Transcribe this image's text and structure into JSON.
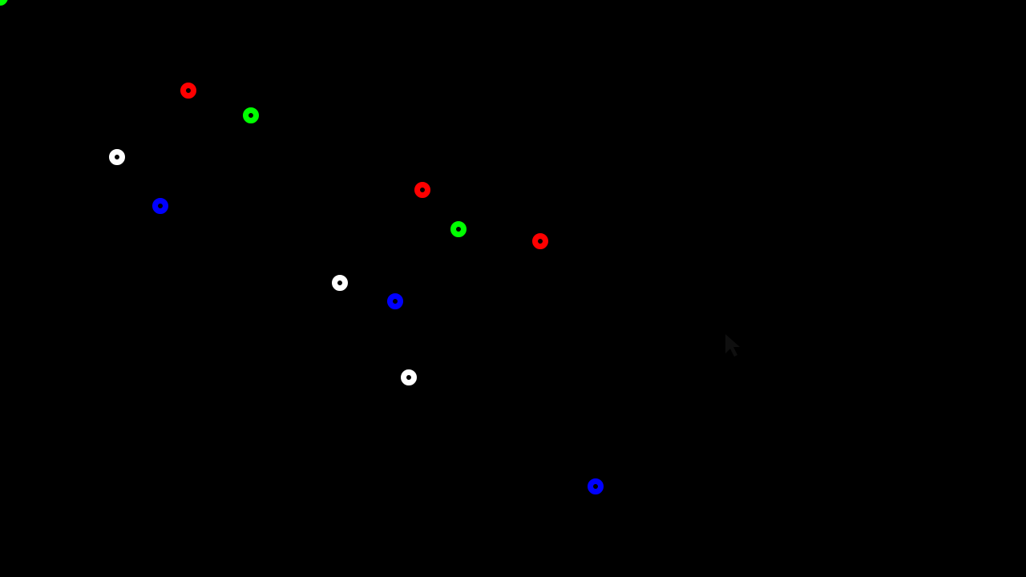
{
  "palette": {
    "background": "#000000",
    "red": "#ff0000",
    "green": "#00ff00",
    "blue": "#0000ff",
    "white": "#ffffff"
  },
  "dots": [
    {
      "color": "green"
    },
    {
      "color": "red"
    },
    {
      "color": "green"
    },
    {
      "color": "white"
    },
    {
      "color": "blue"
    },
    {
      "color": "red"
    },
    {
      "color": "green"
    },
    {
      "color": "red"
    },
    {
      "color": "white"
    },
    {
      "color": "blue"
    },
    {
      "color": "white"
    },
    {
      "color": "blue"
    }
  ]
}
